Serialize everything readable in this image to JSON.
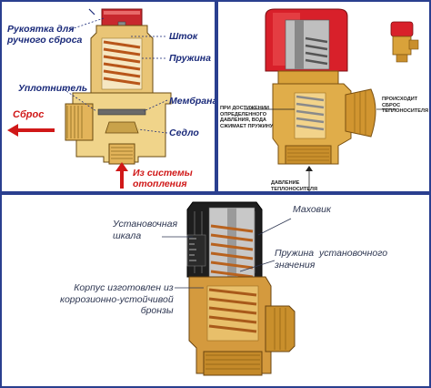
{
  "panel_top_left": {
    "labels": {
      "handle": "Рукоятка для\nручного сброса",
      "stem": "Шток",
      "spring": "Пружина",
      "seal": "Уплотнитель",
      "membrane": "Мембрана",
      "seat": "Седло",
      "discharge": "Сброс",
      "from_system": "Из системы\nотопления"
    },
    "colors": {
      "label": "#1a2a7a",
      "arrow": "#d01818",
      "body": "#d9a441",
      "spring": "#c0641c"
    }
  },
  "panel_top_right": {
    "labels": {
      "pressure_note": "ПРИ ДОСТИЖЕНИИ\nОПРЕДЕЛЕННОГО\nДАВЛЕНИЯ, ВОДА\nСЖИМАЕТ ПРУЖИНУ",
      "discharge_note": "ПРОИСХОДИТ\nСБРОС\nТЕПЛОНОСИТЕЛЯ",
      "pressure_bottom": "ДАВЛЕНИЕ\nТЕПЛОНОСИТЕЛЯ"
    },
    "colors": {
      "cap": "#d8202a",
      "brass": "#d9a23a"
    }
  },
  "panel_bottom": {
    "labels": {
      "scale": "Установочная\nшкала",
      "handwheel": "Маховик",
      "set_spring": "Пружина  установочного\nзначения",
      "housing": "Корпус изготовлен из\nкоррозионно-устойчивой\nбронзы"
    },
    "colors": {
      "cap": "#1e1e1e",
      "brass": "#d49a3e",
      "spring": "#b8621e"
    }
  }
}
